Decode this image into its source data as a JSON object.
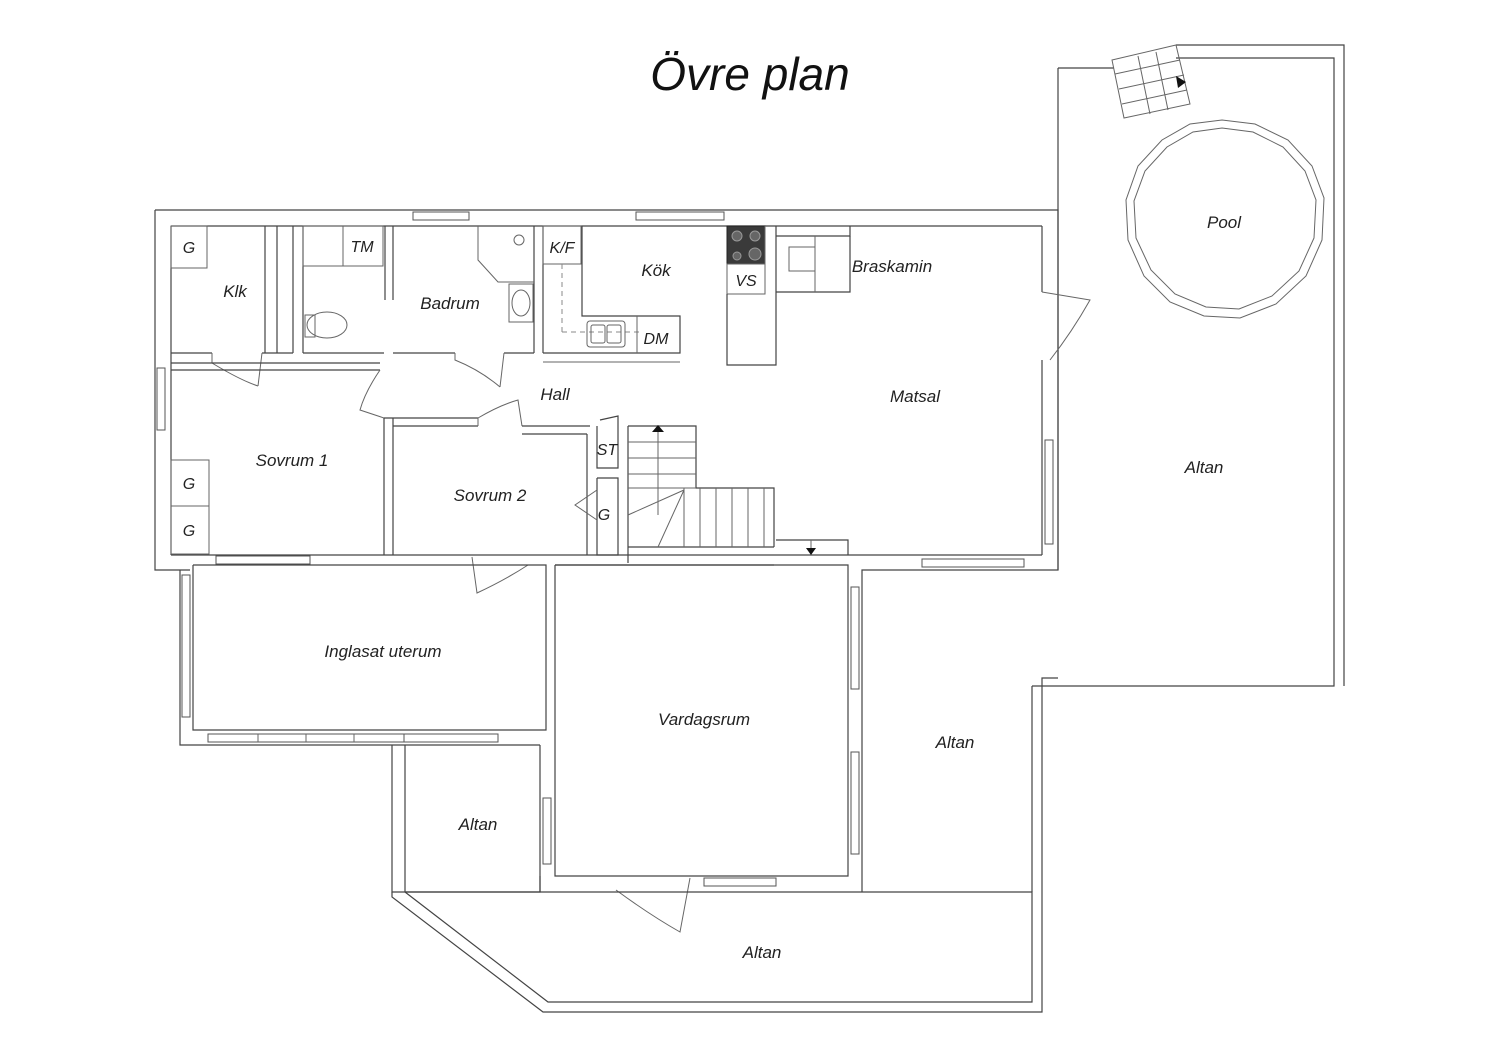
{
  "title": "Övre plan",
  "rooms": {
    "klk": "Klk",
    "badrum": "Badrum",
    "tm": "TM",
    "kf": "K/F",
    "kok": "Kök",
    "vs": "VS",
    "dm": "DM",
    "braskamin": "Braskamin",
    "hall": "Hall",
    "matsal": "Matsal",
    "sovrum1": "Sovrum 1",
    "sovrum2": "Sovrum 2",
    "st": "ST",
    "g_klk": "G",
    "g_sov1_a": "G",
    "g_sov1_b": "G",
    "g_hall": "G",
    "inglasat": "Inglasat uterum",
    "vardagsrum": "Vardagsrum",
    "pool": "Pool",
    "altan_right": "Altan",
    "altan_mid": "Altan",
    "altan_left": "Altan",
    "altan_bottom": "Altan"
  },
  "colors": {
    "line": "#444444",
    "stove": "#3a3a3a",
    "background": "#ffffff"
  }
}
